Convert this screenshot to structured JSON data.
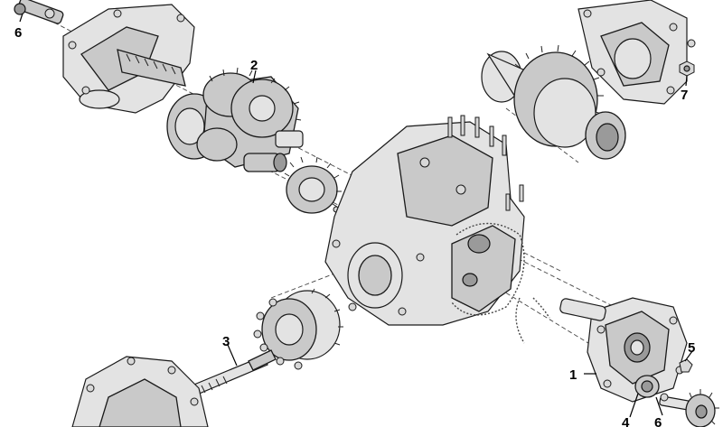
{
  "callouts": {
    "c1": "1",
    "c2": "2",
    "c3": "3",
    "c4": "4",
    "c5": "5",
    "c6_top": "6",
    "c6_bottom": "6",
    "c7": "7"
  }
}
